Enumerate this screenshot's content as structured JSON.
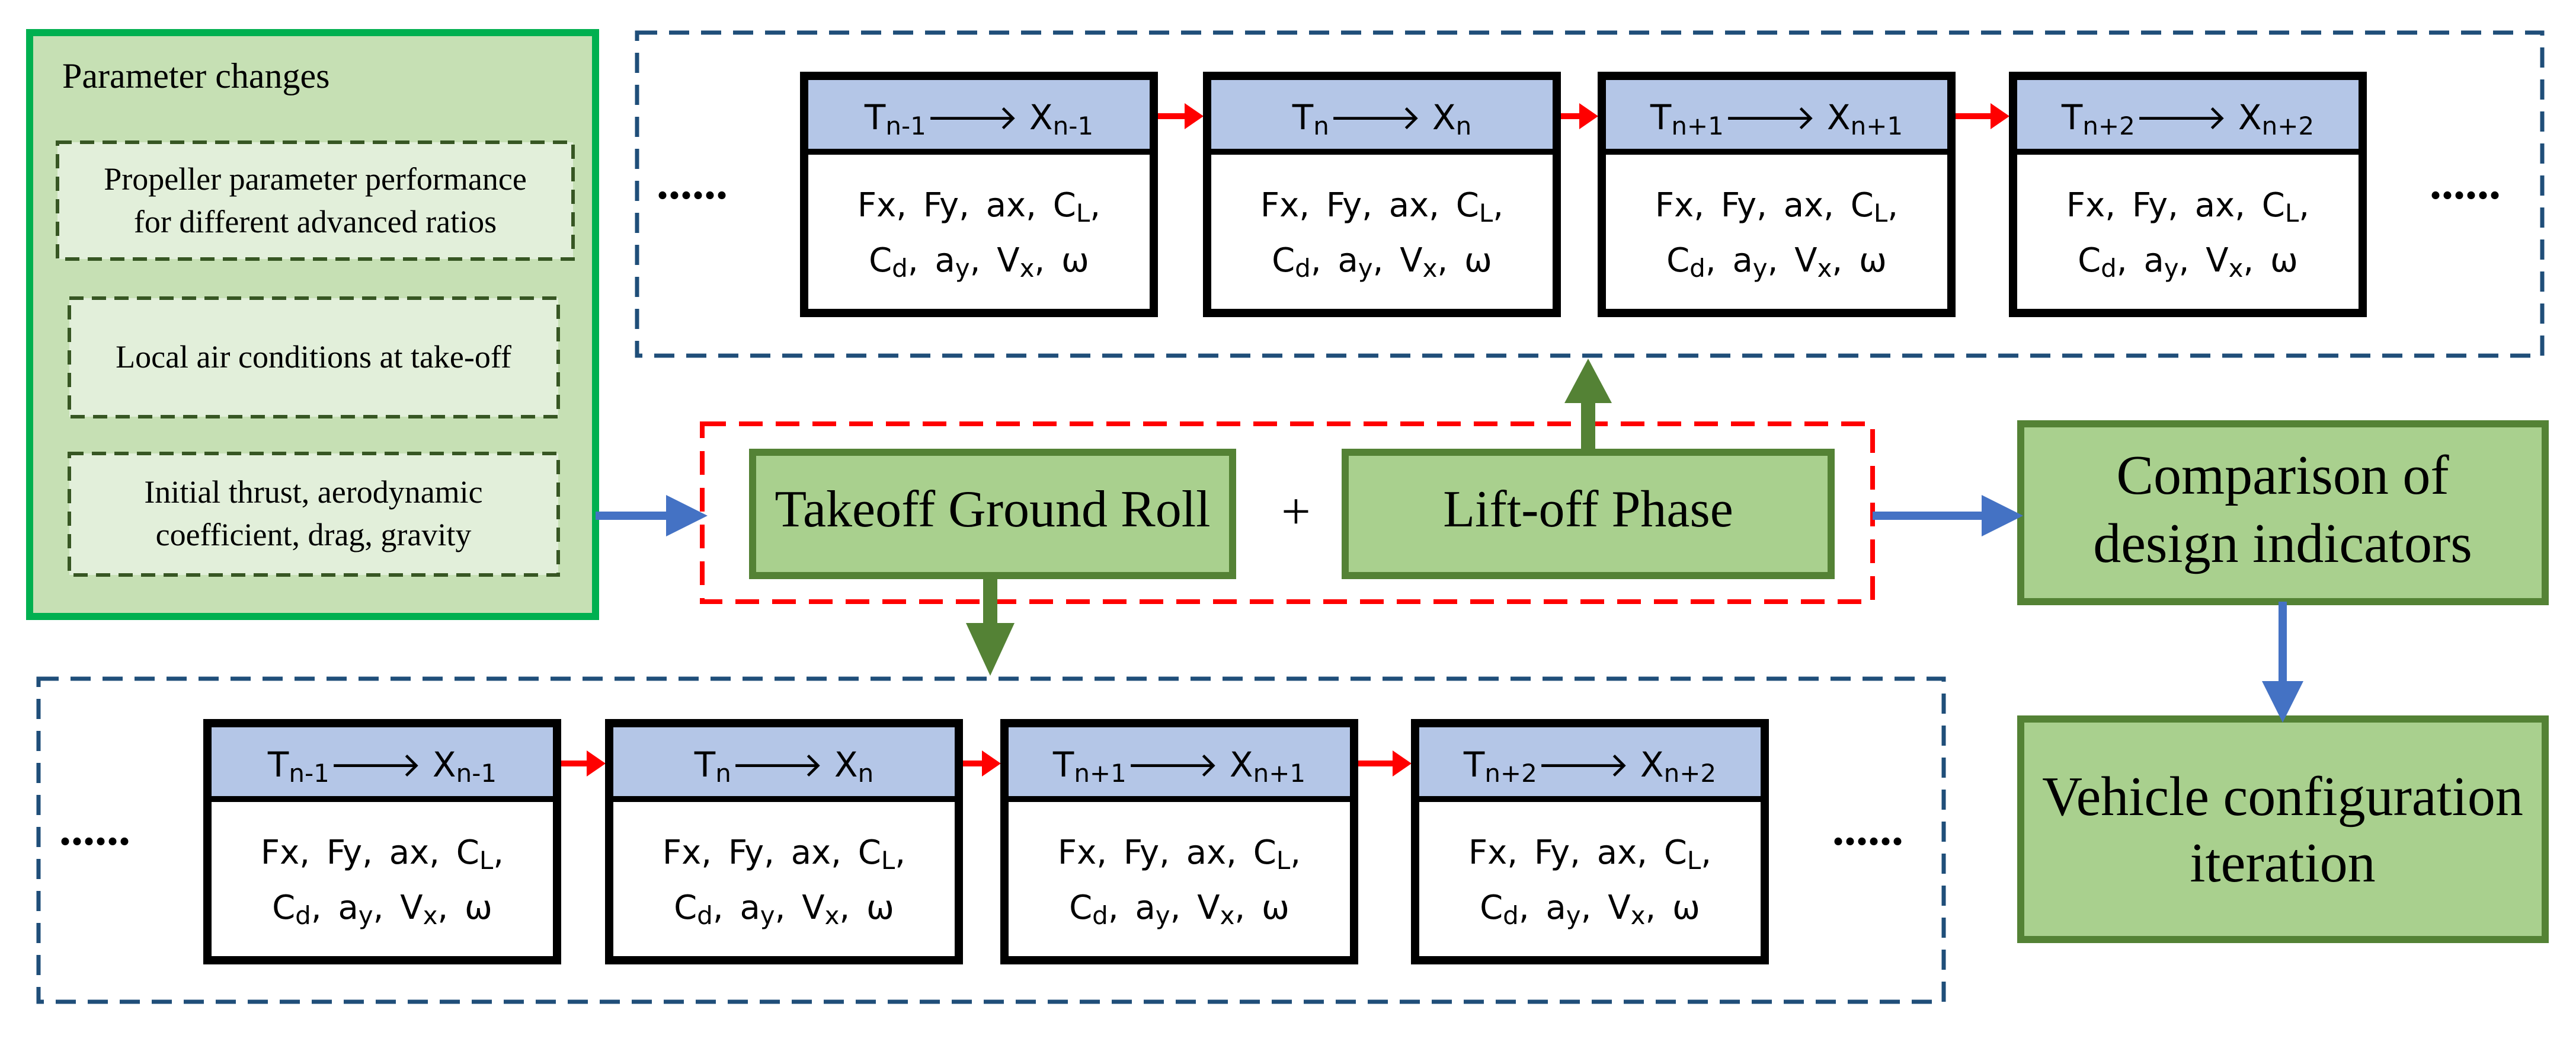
{
  "parameter_panel": {
    "title": "Parameter changes",
    "items": [
      [
        "Propeller parameter performance",
        "for different advanced ratios"
      ],
      [
        "Local air conditions at take-off"
      ],
      [
        "Initial thrust, aerodynamic",
        "coefficient, drag, gravity"
      ]
    ]
  },
  "phases": {
    "ground_roll": "Takeoff Ground Roll",
    "plus": "+",
    "lift_off": "Lift-off Phase"
  },
  "outputs": {
    "comparison": [
      "Comparison of",
      "design indicators"
    ],
    "iteration": [
      "Vehicle configuration",
      "iteration"
    ]
  },
  "ellipsis": "......",
  "step_boxes": [
    {
      "t": "T",
      "t_sub": "n-1",
      "x": "X",
      "x_sub": "n-1"
    },
    {
      "t": "T",
      "t_sub": "n",
      "x": "X",
      "x_sub": "n"
    },
    {
      "t": "T",
      "t_sub": "n+1",
      "x": "X",
      "x_sub": "n+1"
    },
    {
      "t": "T",
      "t_sub": "n+2",
      "x": "X",
      "x_sub": "n+2"
    }
  ],
  "step_arrow_glyph": "🡒",
  "step_variables": {
    "line1": [
      "Fx,",
      "Fy,",
      "ax,",
      "C",
      "L",
      ","
    ],
    "line2": [
      "C",
      "d",
      ",",
      "a",
      "y",
      ",",
      "V",
      "x",
      ",",
      "ω"
    ]
  },
  "colors": {
    "panel_fill": "#c6e0b4",
    "panel_border": "#00b050",
    "inner_fill": "#e2efda",
    "inner_border": "#375623",
    "phase_fill": "#a9d08e",
    "phase_border": "#548235",
    "green_arrow": "#548235",
    "blue_arrow": "#4472c4",
    "red": "#ff0000",
    "dash_blue": "#1f4e79",
    "header_fill": "#b4c6e7"
  }
}
